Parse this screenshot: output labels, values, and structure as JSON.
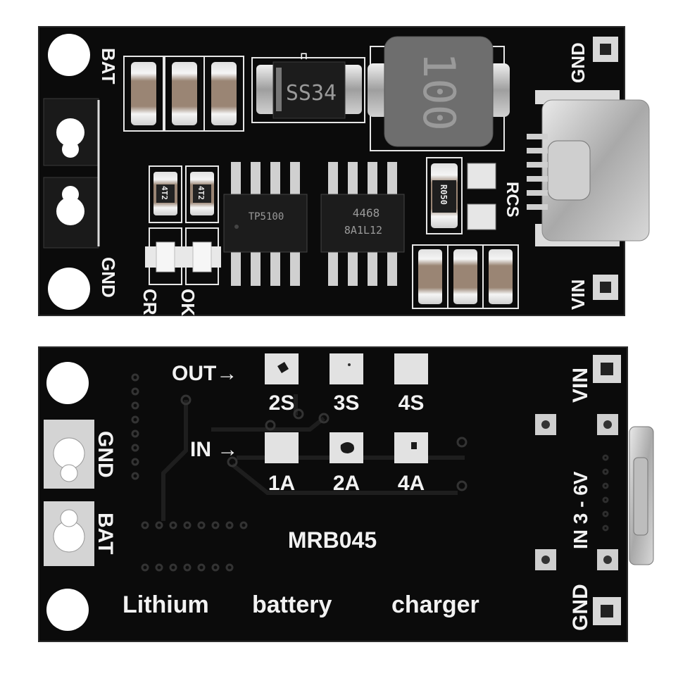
{
  "top_board": {
    "labels": {
      "bat": "BAT",
      "gnd_left": "GND",
      "gnd_right": "GND",
      "vin": "VIN",
      "rcs": "RCS",
      "ok": "OK",
      "cr": "CR"
    },
    "components": {
      "diode_marking": "SS34",
      "inductor_marking": "100",
      "sense_resistor_marking": "R050",
      "resistor_1": "4T2",
      "resistor_2": "4T2",
      "ic_1_marking_line1": "TP5100",
      "ic_1_marking_line2": "",
      "ic_2_marking_line1": "4468",
      "ic_2_marking_line2": "8A1L12"
    }
  },
  "bottom_board": {
    "labels": {
      "out": "OUT→",
      "in": "IN →",
      "out_2s": "2S",
      "out_3s": "3S",
      "out_4s": "4S",
      "in_1a": "1A",
      "in_2a": "2A",
      "in_4a": "4A",
      "gnd_left": "GND",
      "bat": "BAT",
      "vin": "VIN",
      "in_range": "IN  3 - 6V",
      "gnd_right": "GND",
      "model": "MRB045",
      "word_lithium": "Lithium",
      "word_battery": "battery",
      "word_charger": "charger"
    }
  },
  "colors": {
    "pcb": "#0b0b0b",
    "pcb_edge": "#2a2a2a",
    "silkscreen": "#f2f2f2",
    "pad_silver": "#c9c9c9",
    "inductor": "#6e6e6e",
    "connector_metal": "#b8b8b8"
  }
}
